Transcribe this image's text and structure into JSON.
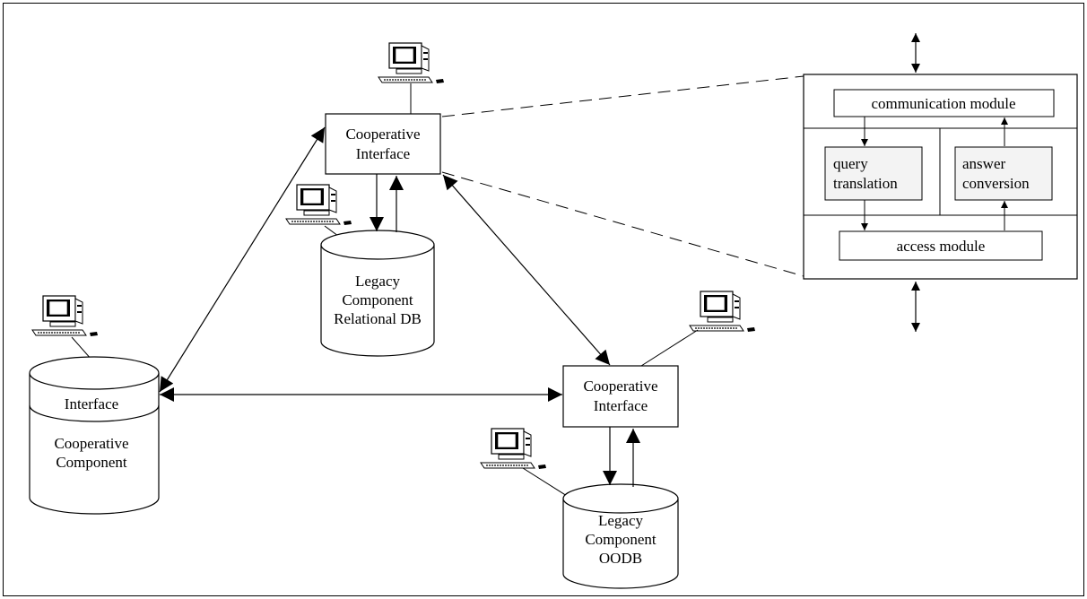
{
  "ci_top": {
    "line1": "Cooperative",
    "line2": "Interface"
  },
  "ci_bottom": {
    "line1": "Cooperative",
    "line2": "Interface"
  },
  "legacy_relational": {
    "line1": "Legacy",
    "line2": "Component",
    "line3": "Relational DB"
  },
  "legacy_oodb": {
    "line1": "Legacy",
    "line2": "Component",
    "line3": "OODB"
  },
  "coop_component": {
    "interface": "Interface",
    "line1": "Cooperative",
    "line2": "Component"
  },
  "detail": {
    "communication": "communication module",
    "query_line1": "query",
    "query_line2": "translation",
    "answer_line1": "answer",
    "answer_line2": "conversion",
    "access": "access module"
  },
  "icons": [
    "workstation-icon"
  ]
}
